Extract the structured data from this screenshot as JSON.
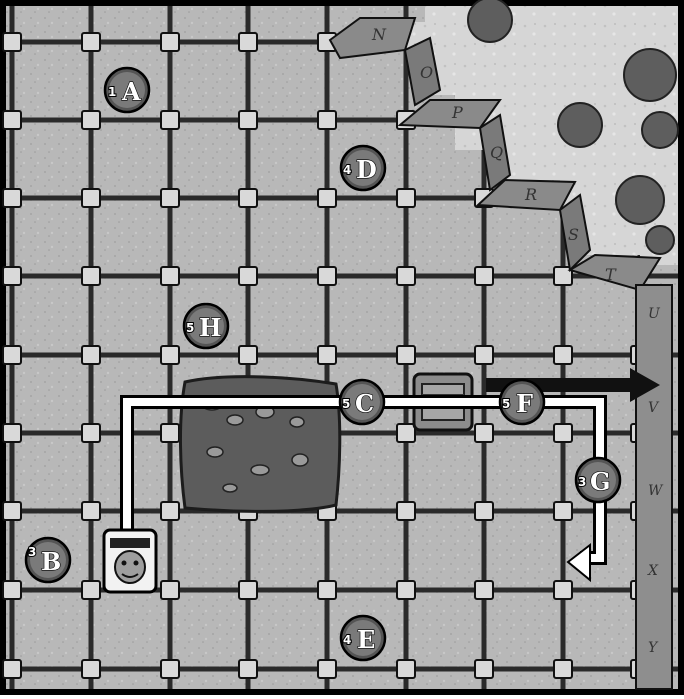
{
  "board": {
    "wall_labels": [
      "N",
      "O",
      "P",
      "Q",
      "R",
      "S",
      "T",
      "U",
      "V",
      "W",
      "X",
      "Y"
    ]
  },
  "counters": [
    {
      "letter": "A",
      "number": "1"
    },
    {
      "letter": "D",
      "number": "4"
    },
    {
      "letter": "H",
      "number": "5"
    },
    {
      "letter": "C",
      "number": "5"
    },
    {
      "letter": "F",
      "number": "5"
    },
    {
      "letter": "G",
      "number": "3"
    },
    {
      "letter": "B",
      "number": "3"
    },
    {
      "letter": "E",
      "number": "4"
    }
  ],
  "colors": {
    "floor": "#b4b4b4",
    "mortar": "#2a2a2a",
    "rough_ground": "#dcdcdc",
    "pit": "#5a5a5a",
    "path": "#ffffff",
    "arrow": "#111111"
  },
  "icons": [
    "monster-head-icon",
    "crate-icon",
    "arrow-right-icon",
    "arrow-left-icon"
  ]
}
